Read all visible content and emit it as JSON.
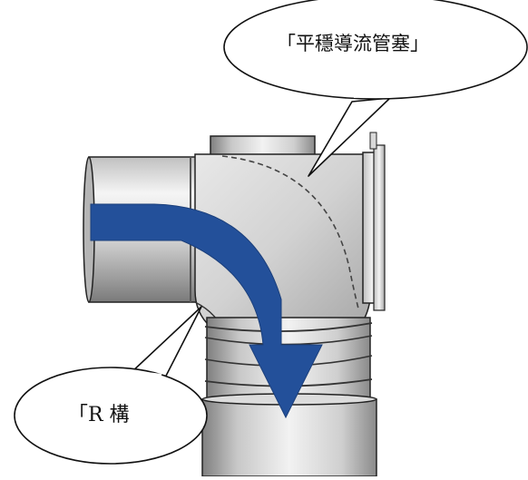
{
  "callouts": {
    "top_label": "「平穩導流管塞」",
    "bottom_label": "「R 構"
  },
  "colors": {
    "arrow": "#23509a",
    "pipe_light": "#ededed",
    "pipe_mid": "#c9c9c9",
    "pipe_dark": "#8d8d8d",
    "outline": "#222222",
    "background": "#ffffff"
  },
  "icons": {
    "arrow": "flow-arrow-icon",
    "pipe": "elbow-pipe-fitting"
  }
}
